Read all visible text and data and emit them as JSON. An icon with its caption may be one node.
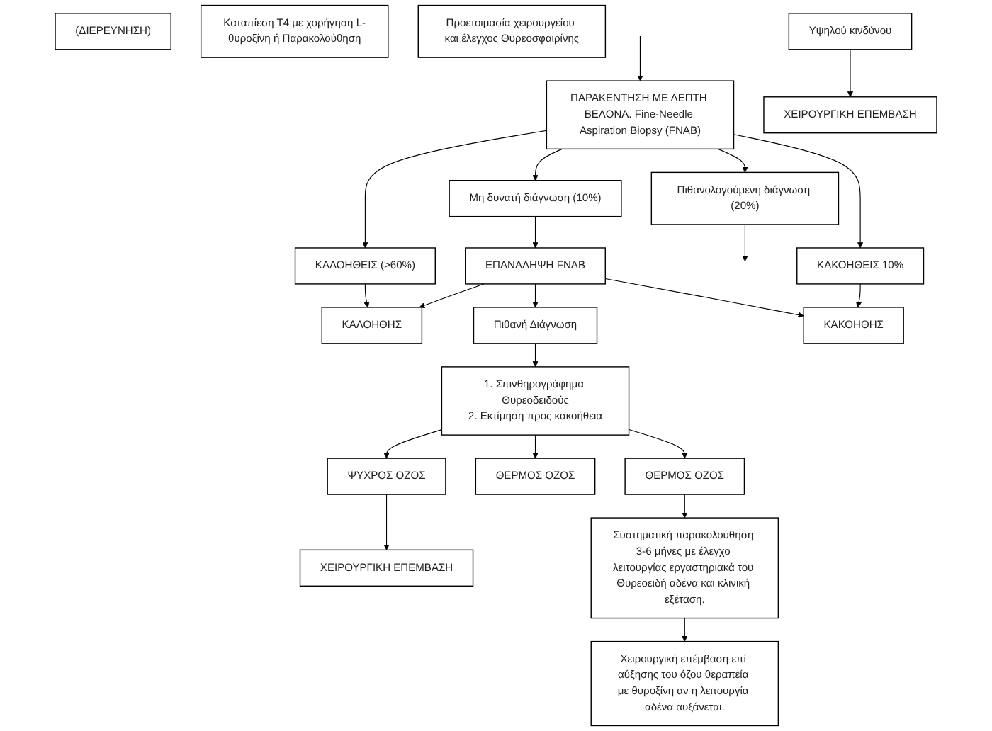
{
  "diagram": {
    "nodes": [
      {
        "text": [
          "(ΔΙΕΡΕΥΝΗΣΗ)"
        ]
      },
      {
        "text": [
          "ΠΑΡΑΚΕΝΤΗΣΗ ΜΕ ΛΕΠΤΗ ΒΕΛΟΝΑ. Fine-Needle Aspiration Biopsy (FNAB)"
        ]
      },
      {
        "text": [
          "ΚΑΛΟΗΘΕΙΣ (>60%)"
        ]
      },
      {
        "text": [
          "Μη δυνατή διάγνωση (10%)"
        ]
      },
      {
        "text": [
          "Πιθανολογούμενη διάγνωση (20%)"
        ]
      },
      {
        "text": [
          "ΚΑΚΟΗΘΕΙΣ 10%"
        ]
      },
      {
        "text": [
          "Καταπίεση Τ4 με χορήγηση L-θυροξίνη ή Παρακολούθηση"
        ]
      },
      {
        "text": [
          "Προετοιμασία χειρουργείου και έλεγχος Θυρεοσφαιρίνης"
        ]
      },
      {
        "text": [
          "ΕΠΑΝΑΛΗΨΗ FNAB"
        ]
      },
      {
        "text": [
          "ΚΑΛΟΗΘΗΣ"
        ]
      },
      {
        "text": [
          "Πιθανή Διάγνωση"
        ]
      },
      {
        "text": [
          "ΚΑΚΟΗΘΗΣ"
        ]
      },
      {
        "text": [
          "1. Σπινθηρογράφημα Θυρεοδειδούς",
          "2. Εκτίμηση προς κακοήθεια"
        ]
      },
      {
        "text": [
          "ΨΥΧΡΟΣ ΟΖΟΣ"
        ]
      },
      {
        "text": [
          "ΘΕΡΜΟΣ ΟΖΟΣ"
        ]
      },
      {
        "text": [
          "Υψηλού κινδύνου"
        ]
      },
      {
        "text": [
          "ΘΕΡΜΟΣ ΟΖΟΣ"
        ]
      },
      {
        "text": [
          "ΧΕΙΡΟΥΡΓΙΚΗ ΕΠΕΜΒΑΣΗ"
        ]
      },
      {
        "text": [
          "ΧΕΙΡΟΥΡΓΙΚΗ ΕΠΕΜΒΑΣΗ"
        ]
      },
      {
        "text": [
          "Συστηματική παρακολούθηση 3-6 μήνες με έλεγχο λειτουργίας εργαστηριακά του Θυρεοειδή αδένα και κλινική εξέταση."
        ]
      },
      {
        "text": [
          "Χειρουργική επέμβαση επί αύξησης του όζου θεραπεία με θυροξίνη αν η λειτουργία αδένα αυξάνεται."
        ]
      }
    ],
    "edges": [
      {
        "from": null,
        "to": 1,
        "arrow": "to"
      },
      {
        "from": 1,
        "to": 2,
        "arrow": "to"
      },
      {
        "from": 1,
        "to": 3,
        "arrow": "to"
      },
      {
        "from": 1,
        "to": 4,
        "arrow": "to"
      },
      {
        "from": 1,
        "to": 5,
        "arrow": "to"
      },
      {
        "from": 2,
        "to": 9,
        "arrow": "to"
      },
      {
        "from": 3,
        "to": 8,
        "arrow": "to"
      },
      {
        "from": 4,
        "to": null,
        "arrow": "to"
      },
      {
        "from": 5,
        "to": 11,
        "arrow": "to"
      },
      {
        "from": 8,
        "to": 9,
        "arrow": "to"
      },
      {
        "from": 8,
        "to": 10,
        "arrow": "to"
      },
      {
        "from": 8,
        "to": 11,
        "arrow": "to"
      },
      {
        "from": 10,
        "to": 12,
        "arrow": "to"
      },
      {
        "from": 12,
        "to": 13,
        "arrow": "to"
      },
      {
        "from": 12,
        "to": 14,
        "arrow": "to"
      },
      {
        "from": 12,
        "to": 16,
        "arrow": "to"
      },
      {
        "from": 13,
        "to": 17,
        "arrow": "to"
      },
      {
        "from": 15,
        "to": 18,
        "arrow": "to"
      },
      {
        "from": 16,
        "to": 19,
        "arrow": "to"
      },
      {
        "from": 19,
        "to": 20,
        "arrow": "to"
      }
    ]
  }
}
